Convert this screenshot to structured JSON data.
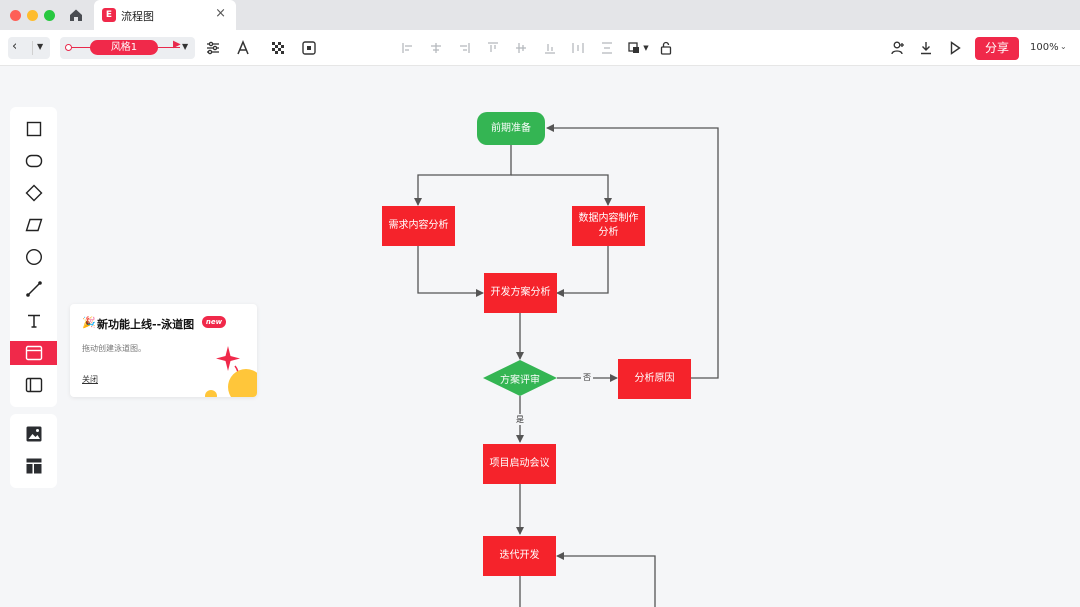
{
  "titlebar": {
    "tab_title": "流程图",
    "tab_logo": "E",
    "tab_close": "×"
  },
  "toolbar": {
    "style_name": "风格1",
    "share_label": "分享",
    "zoom_level": "100%"
  },
  "popup": {
    "emoji": "🎉",
    "title": "新功能上线--泳道图",
    "badge": "new",
    "description": "拖动创建泳道图。",
    "close_label": "关闭"
  },
  "flowchart": {
    "nodes": {
      "prep": "前期准备",
      "req_analysis": "需求内容分析",
      "data_analysis": "数据内容制作分析",
      "dev_plan": "开发方案分析",
      "review": "方案评审",
      "cause": "分析原因",
      "kickoff": "项目启动会议",
      "iteration": "迭代开发"
    },
    "edge_labels": {
      "no": "否",
      "yes": "是"
    }
  },
  "colors": {
    "accent": "#f0294a",
    "process_node": "#f5232b",
    "start_node": "#34b553",
    "connector": "#555555"
  }
}
